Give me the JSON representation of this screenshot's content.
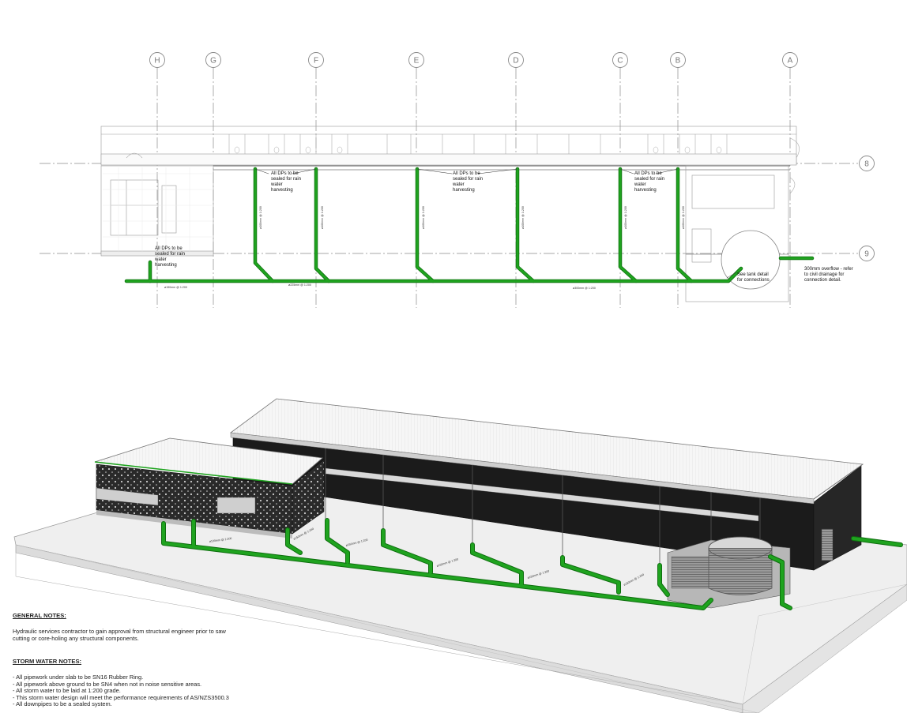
{
  "grid_columns": [
    "H",
    "G",
    "F",
    "E",
    "D",
    "C",
    "B",
    "A"
  ],
  "grid_rows": [
    "8",
    "9"
  ],
  "plan_notes": {
    "dp_sealed": [
      "All DPs to be",
      "sealed for rain",
      "water",
      "harvesting"
    ],
    "tank_detail": [
      "See tank detail",
      "for connections"
    ],
    "overflow": [
      "300mm overflow - refer",
      "to civil drainage for",
      "connection detail."
    ]
  },
  "pipe_labels": {
    "plan_main_left": "ø150mm @ 1:200",
    "plan_main_mid": "ø225mm @ 1:200",
    "plan_main_right": "ø300mm @ 1:200",
    "plan_riser": "ø100mm @ 1:200",
    "iso_main": "ø100mm @ 1:200",
    "iso_branch": "ø150mm @ 1:200"
  },
  "general_notes": {
    "heading": "GENERAL NOTES:",
    "lines": [
      "Hydraulic services contractor to gain approval from structural engineer prior to saw",
      "cutting or core-holing any structural components."
    ]
  },
  "storm_water_notes": {
    "heading": "STORM WATER NOTES:",
    "lines": [
      "- All pipework under slab to be SN16 Rubber Ring.",
      "- All pipework above ground to be SN4 when not in noise sensitive areas.",
      "- All storm water to be laid at 1:200 grade.",
      "- This storm water design will meet the performance requirements of AS/NZS3500.3",
      "- All downpipes to be a sealed system."
    ]
  },
  "colors": {
    "pipe": "#1fa31f",
    "pipe_dark": "#0e6e0e",
    "grid": "#8a8a8a",
    "building_dark": "#1b1b1b",
    "roof": "#f4f4f4"
  }
}
